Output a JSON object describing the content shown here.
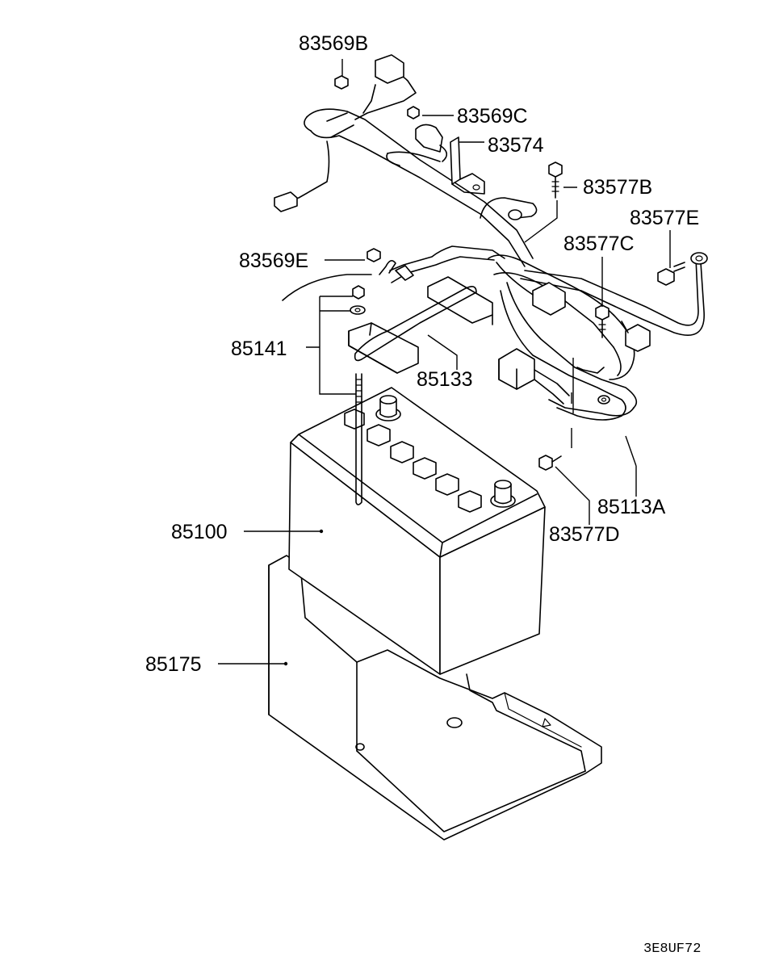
{
  "diagram": {
    "drawing_code": "3E8UF72",
    "labels": {
      "p83569B": "83569B",
      "p83569C": "83569C",
      "p83574": "83574",
      "p83577B": "83577B",
      "p83577E": "83577E",
      "p83569E": "83569E",
      "p83577C": "83577C",
      "p85141": "85141",
      "p85133": "85133",
      "p85113A": "85113A",
      "p85100": "85100",
      "p83577D": "83577D",
      "p85175": "85175"
    }
  }
}
